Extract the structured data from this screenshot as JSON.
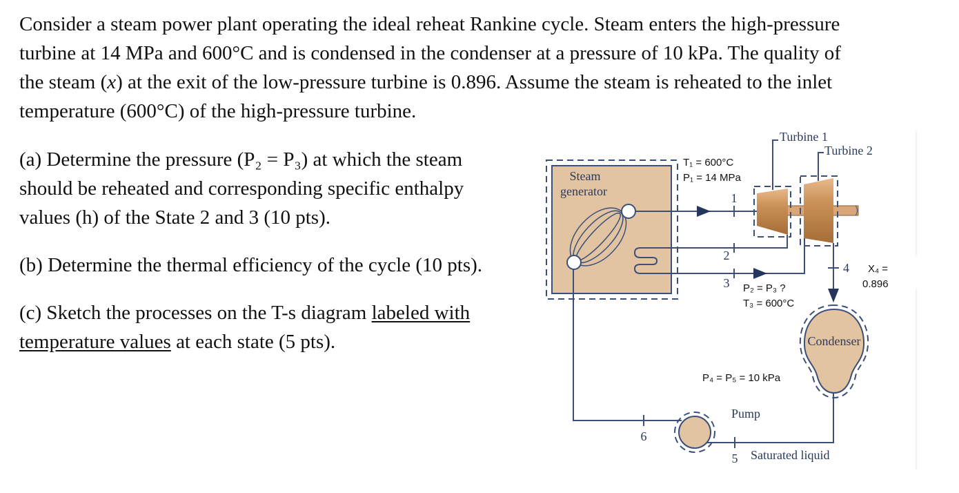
{
  "problem": {
    "intro_lines": [
      "Consider a steam power plant operating the ideal reheat Rankine cycle. Steam enters the high-pressure",
      "turbine at 14 MPa and 600°C and is condensed in the condenser at a pressure of 10 kPa. The quality of",
      [
        "the steam (",
        "x",
        ") at the exit of the low-pressure turbine is 0.896. Assume the steam is reheated to the inlet"
      ],
      "temperature (600°C) of the high-pressure turbine."
    ],
    "part_a": [
      "(a) Determine the pressure (P₂ = P₃) at which the steam",
      "should be reheated and corresponding specific enthalpy",
      "values (h) of the State 2 and 3 (10 pts)."
    ],
    "part_b": "(b) Determine the thermal efficiency of the cycle (10 pts).",
    "part_c": {
      "line1_prefix": "(c) Sketch the processes on the T-s diagram ",
      "line1_underlined": "labeled with",
      "line2_underlined": "temperature values",
      "line2_suffix": " at each state (5 pts)."
    }
  },
  "diagram": {
    "steam_generator": [
      "Steam",
      "generator"
    ],
    "turbine1": "Turbine 1",
    "turbine2": "Turbine 2",
    "condenser": "Condenser",
    "pump": "Pump",
    "saturated_liquid": "Saturated liquid",
    "state1_conditions": [
      "T₁ = 600°C",
      "P₁ = 14 MPa"
    ],
    "state23_conditions": [
      "P₂ = P₃ ?",
      "T₃ = 600°C"
    ],
    "state4_conditions": [
      "X₄ =",
      "0.896"
    ],
    "low_pressure": "P₄ = P₅ = 10 kPa",
    "state_labels": [
      "1",
      "2",
      "3",
      "4",
      "5",
      "6"
    ],
    "colors": {
      "equipment_fill": "#e3c4a2",
      "pipe": "#3b4f78",
      "turbine": "#c98f55"
    }
  }
}
